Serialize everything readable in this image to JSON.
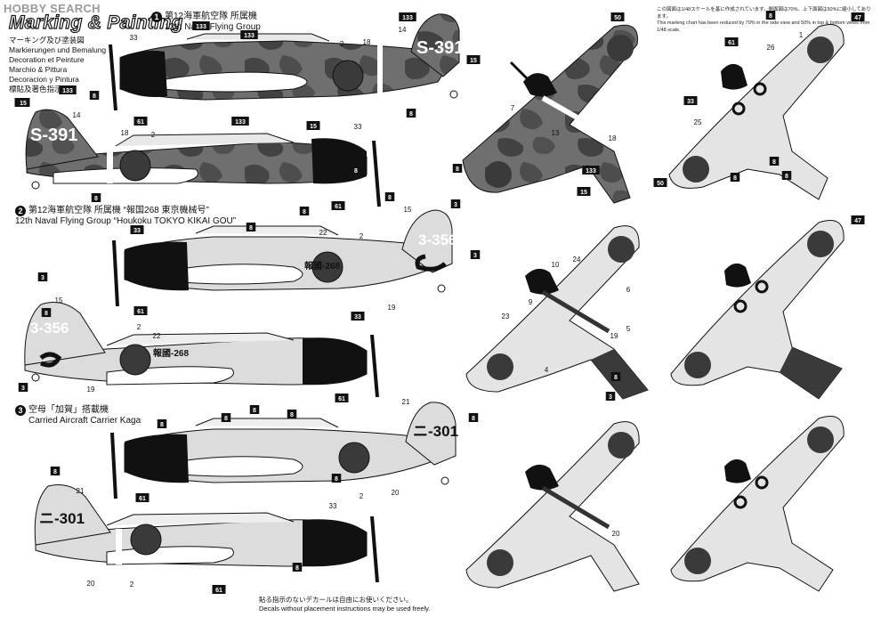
{
  "watermark": "HOBBY SEARCH",
  "title": "Marking & Painting",
  "languages": [
    "マーキング及び塗装図",
    "Markierungen und Bemalung",
    "Decoration et Peinture",
    "Marchio & Pittura",
    "Decoracion y Pintura",
    "標貼及著色指示"
  ],
  "schemes": [
    {
      "number": "1",
      "jp": "第12海軍航空隊 所属機",
      "en": "12th Naval Flying Group",
      "tail_code": "S-391"
    },
    {
      "number": "2",
      "jp": "第12海軍航空隊 所属機 “報国268 東京機械号”",
      "en": "12th Naval Flying Group “Houkoku TOKYO KIKAI GOU”",
      "tail_code": "3-356",
      "presentation": "報國-268"
    },
    {
      "number": "3",
      "jp": "空母「加賀」搭載機",
      "en": "Carried Aircraft Carrier Kaga",
      "tail_code": "ニ-301"
    }
  ],
  "scale_note": {
    "jp": "この図面は1/48スケールを基に作成されています。側面図は70%、上下面図は50%に縮小してあります。",
    "en": "This marking chart has been reduced by 70% in the side view and 50% in top & bottom views from 1/48 scale."
  },
  "footer": {
    "jp": "貼る指示のないデカールは自由にお使いください。",
    "en": "Decals without placement instructions may be used freely."
  },
  "callouts": {
    "s1_top": [
      "33",
      "133",
      "133",
      "133",
      "2",
      "18",
      "14",
      "15",
      "8",
      "8",
      "61",
      "15"
    ],
    "s1_bottom": [
      "15",
      "133",
      "14",
      "18",
      "2",
      "133",
      "15",
      "33",
      "8",
      "8",
      "61",
      "8",
      "8"
    ],
    "s2_top": [
      "8",
      "15",
      "22",
      "2",
      "33",
      "3",
      "61",
      "19",
      "8"
    ],
    "s2_bottom": [
      "3",
      "15",
      "2",
      "22",
      "33",
      "8",
      "8",
      "61",
      "19",
      "3"
    ],
    "s3_top": [
      "8",
      "8",
      "21",
      "8",
      "8",
      "61",
      "2",
      "20"
    ],
    "s3_bottom": [
      "8",
      "21",
      "33",
      "8",
      "61",
      "2",
      "20"
    ],
    "plan_marks": [
      "50",
      "8",
      "47",
      "1",
      "26",
      "61",
      "33",
      "25",
      "8",
      "50",
      "8",
      "8",
      "8",
      "3",
      "3",
      "8",
      "47",
      "10",
      "24",
      "9",
      "6",
      "23",
      "5",
      "19",
      "4",
      "20",
      "18",
      "7",
      "13",
      "133",
      "15"
    ]
  },
  "colors": {
    "black": "#111111",
    "white": "#ffffff",
    "camo_dark": "#4a4a4a",
    "camo_mid": "#6f6f6f",
    "light_grey": "#dcdcdc",
    "mid_grey": "#c4c4c4",
    "hinomaru": "#3a3a3a"
  }
}
